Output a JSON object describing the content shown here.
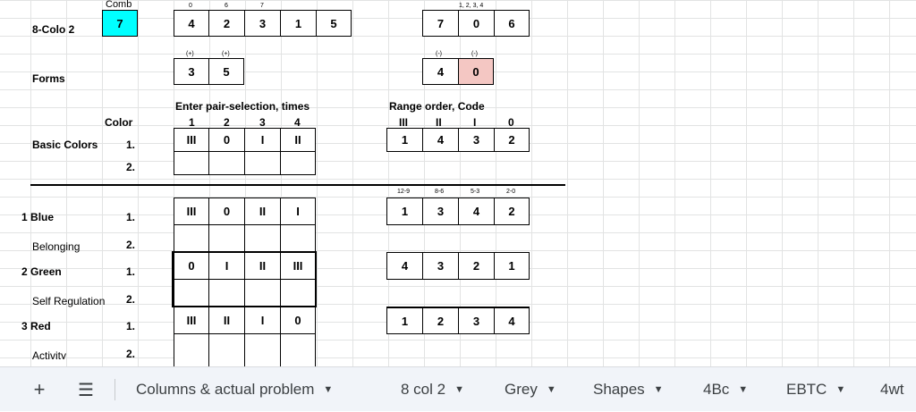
{
  "colors": {
    "cyan": "#00ffff",
    "pink": "#f4c7c3",
    "grid": "#e2e3e3",
    "tabbar": "#f1f4f9"
  },
  "header_row": {
    "comb_label": "Comb",
    "comb_value": "7",
    "row_label": "8-Colo 2",
    "hints_left": [
      "0",
      "6",
      "7"
    ],
    "values_left": [
      "4",
      "2",
      "3",
      "1",
      "5"
    ],
    "hint_right": "1,  2,  3,  4",
    "values_right": [
      "7",
      "0",
      "6"
    ]
  },
  "forms": {
    "label": "Forms",
    "left_signs": [
      "(+)",
      "(+)"
    ],
    "left_values": [
      "3",
      "5"
    ],
    "right_signs": [
      "(-)",
      "(-)"
    ],
    "right_values": [
      "4",
      "0"
    ]
  },
  "basic": {
    "title_left": "Enter pair-selection, times",
    "title_right": "Range order, Code",
    "color_header": "Color",
    "col_headers_left": [
      "1",
      "2",
      "3",
      "4"
    ],
    "col_headers_right": [
      "III",
      "II",
      "I",
      "0"
    ],
    "label": "Basic Colors",
    "row1_num": "1.",
    "row2_num": "2.",
    "row1_left": [
      "III",
      "0",
      "I",
      "II"
    ],
    "row1_right": [
      "1",
      "4",
      "3",
      "2"
    ]
  },
  "range_hints": [
    "12-9",
    "8-6",
    "5-3",
    "2-0"
  ],
  "colors_rows": [
    {
      "index": "1",
      "name": "Blue",
      "sub": "Belonging",
      "num1": "1.",
      "num2": "2.",
      "left": [
        "III",
        "0",
        "II",
        "I"
      ],
      "right": [
        "1",
        "3",
        "4",
        "2"
      ]
    },
    {
      "index": "2",
      "name": "Green",
      "sub": "Self Regulation",
      "num1": "1.",
      "num2": "2.",
      "left": [
        "0",
        "I",
        "II",
        "III"
      ],
      "right": [
        "4",
        "3",
        "2",
        "1"
      ]
    },
    {
      "index": "3",
      "name": "Red",
      "sub": "Activity",
      "num1": "1.",
      "num2": "2.",
      "left": [
        "III",
        "II",
        "I",
        "0"
      ],
      "right": [
        "1",
        "2",
        "3",
        "4"
      ]
    }
  ],
  "tabbar": {
    "add_icon": "+",
    "menu_icon": "☰",
    "tabs": [
      "Columns & actual problem",
      "8 col 2",
      "Grey",
      "Shapes",
      "4Bc",
      "EBTC",
      "4wt"
    ]
  }
}
